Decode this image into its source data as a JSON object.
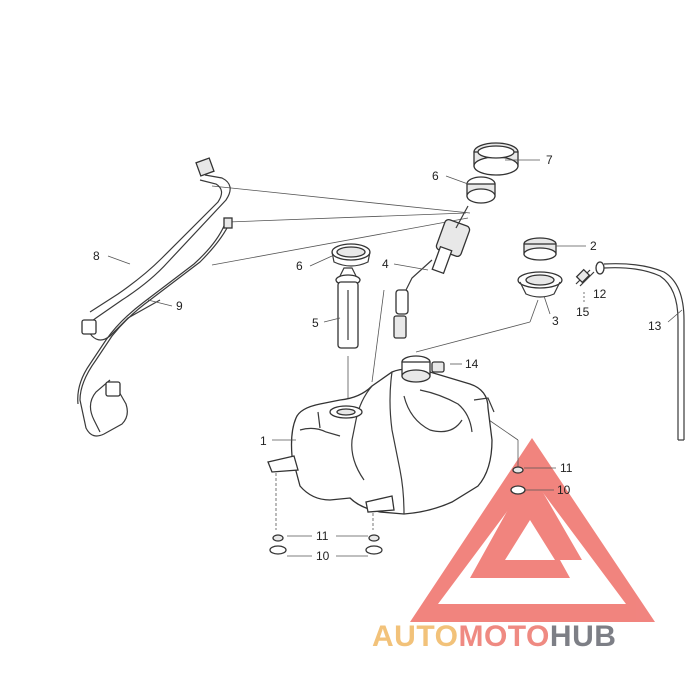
{
  "callouts": {
    "c1": "1",
    "c2": "2",
    "c3": "3",
    "c4": "4",
    "c5": "5",
    "c6a": "6",
    "c6b": "6",
    "c7": "7",
    "c8": "8",
    "c9": "9",
    "c10a": "10",
    "c10b": "10",
    "c11a": "11",
    "c11b": "11",
    "c12": "12",
    "c13": "13",
    "c14": "14",
    "c15": "15"
  },
  "watermark": {
    "part1": "AUTO",
    "part2": "MOTO",
    "part3": "HUB",
    "colors": {
      "auto": "#f2c27a",
      "moto": "#ef8a82",
      "hub": "#7d7f86",
      "triangle": "#ef6f68"
    }
  }
}
